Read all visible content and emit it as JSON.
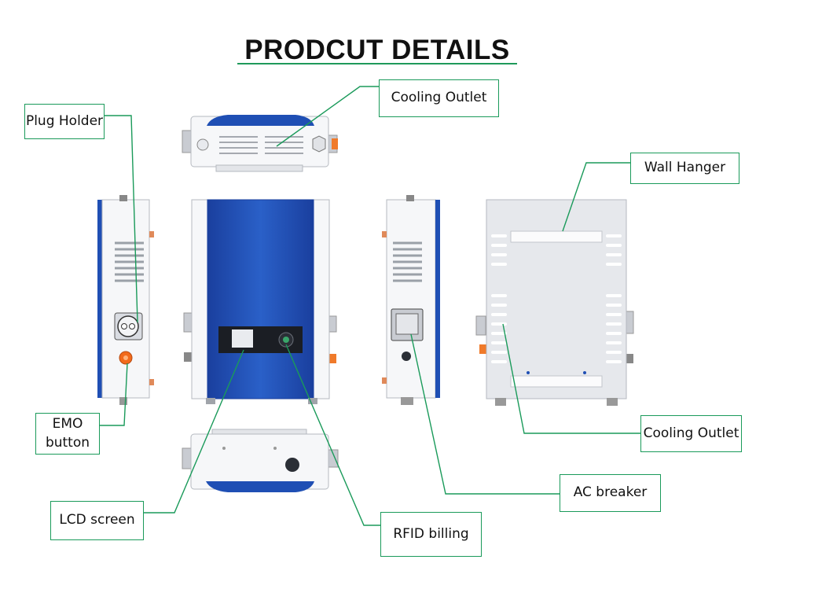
{
  "title": "PRODCUT DETAILS",
  "labels": {
    "cooling_outlet_top": "Cooling Outlet",
    "plug_holder": "Plug Holder",
    "wall_hanger": "Wall Hanger",
    "emo_button_line1": "EMO",
    "emo_button_line2": "button",
    "cooling_outlet_right": "Cooling Outlet",
    "ac_breaker": "AC breaker",
    "lcd_screen": "LCD screen",
    "rfid_billing": "RFID billing"
  },
  "colors": {
    "leader_line": "#1a9a5a",
    "panel_blue": "#1f4fb4",
    "body_white": "#f6f7f9",
    "back_grey": "#e6e8ec",
    "emo_orange": "#f26a1b"
  }
}
